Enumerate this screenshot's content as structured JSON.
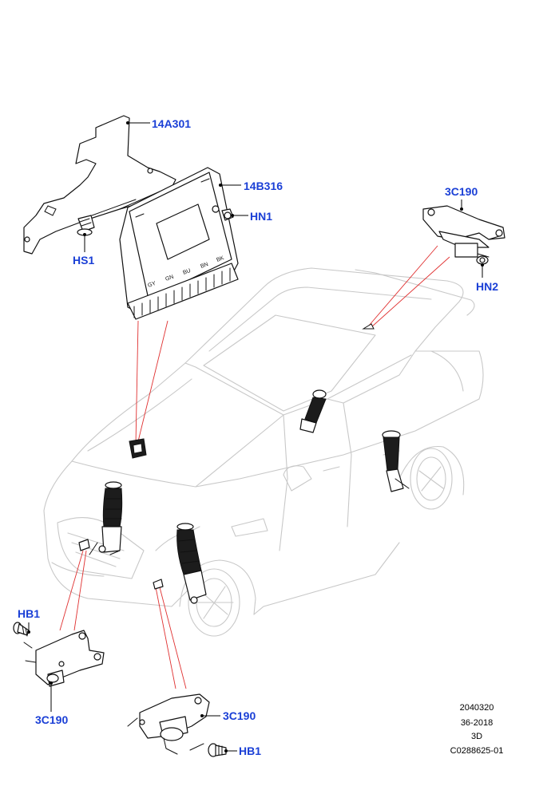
{
  "callouts": {
    "module_bracket": "14A301",
    "control_module": "14B316",
    "bracket_nut": "HN1",
    "bracket_screw": "HS1",
    "rear_sensor": "3C190",
    "rear_sensor_nut": "HN2",
    "front_left_bolt": "HB1",
    "front_left_sensor": "3C190",
    "front_right_sensor": "3C190",
    "front_right_bolt": "HB1"
  },
  "reference": {
    "line1": "2040320",
    "line2": "36-2018",
    "line3": "3D",
    "line4": "C0288625-01"
  }
}
